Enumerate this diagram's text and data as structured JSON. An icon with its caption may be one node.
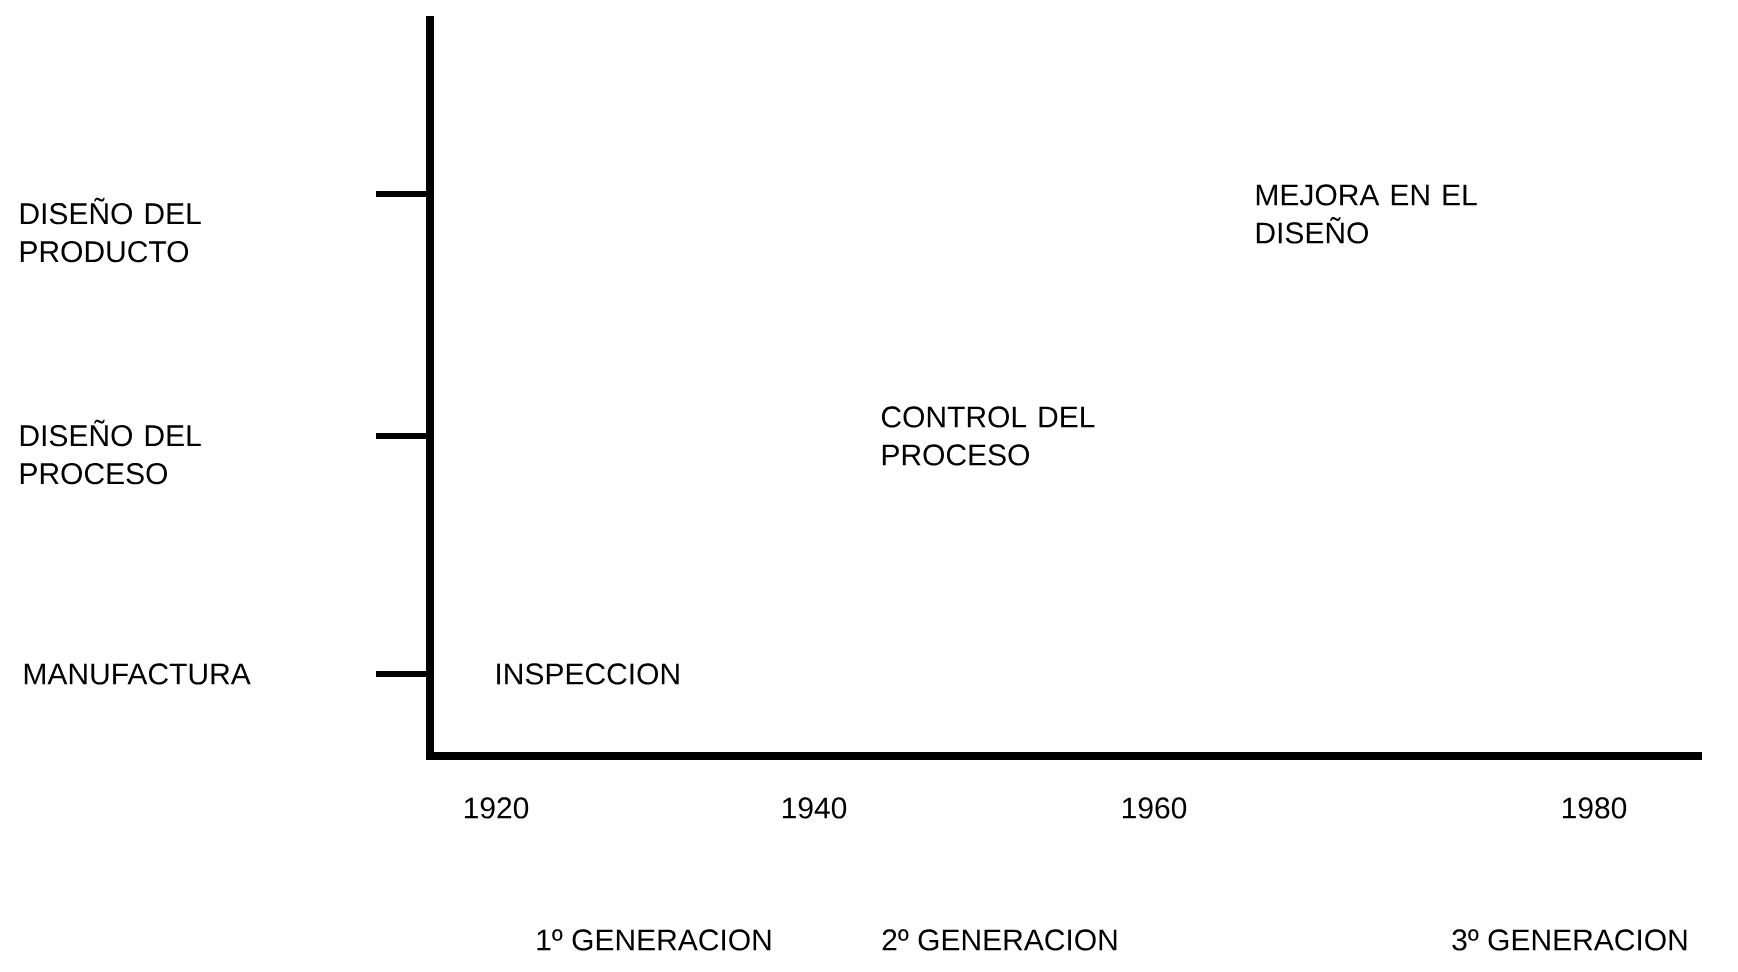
{
  "diagram": {
    "labels": [
      "DISEÑO DEL PRODUCTO",
      "MEJORA EN EL DISEÑO",
      "DISEÑO DEL PROCESO",
      "CONTROL DEL PROCESO",
      "MANUFACTURA",
      "INSPECCION",
      "1920",
      "1940",
      "1960",
      "1980",
      "1º GENERACION",
      "2º GENERACION",
      "3º GENERACION"
    ]
  }
}
